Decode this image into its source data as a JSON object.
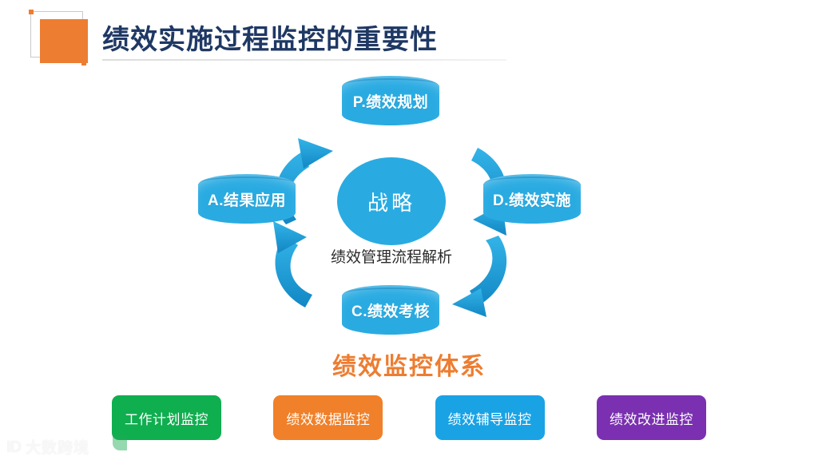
{
  "slide": {
    "title": "绩效实施过程监控的重要性",
    "background_color": "#FFFFFF",
    "title_color": "#1F3864",
    "accent_orange": "#ED7D31",
    "accent_blue": "#29ABE2"
  },
  "cycle": {
    "center_label": "战略",
    "center_caption": "绩效管理流程解析",
    "nodes": [
      {
        "id": "P",
        "label": "P.绩效规划",
        "position": "top"
      },
      {
        "id": "D",
        "label": "D.绩效实施",
        "position": "right"
      },
      {
        "id": "C",
        "label": "C.绩效考核",
        "position": "bottom"
      },
      {
        "id": "A",
        "label": "A.结果应用",
        "position": "left"
      }
    ],
    "arrow_count": 4,
    "arrow_direction": "clockwise",
    "arrow_color": "#1FA0DC"
  },
  "section": {
    "heading": "绩效监控体系"
  },
  "pills": [
    {
      "label": "工作计划监控",
      "color": "#0FAE4F"
    },
    {
      "label": "绩效数据监控",
      "color": "#F08029"
    },
    {
      "label": "绩效辅导监控",
      "color": "#19A3E5"
    },
    {
      "label": "绩效改进监控",
      "color": "#7A30B0"
    }
  ],
  "watermark": {
    "mark": "ID",
    "text": "大数跨境"
  }
}
